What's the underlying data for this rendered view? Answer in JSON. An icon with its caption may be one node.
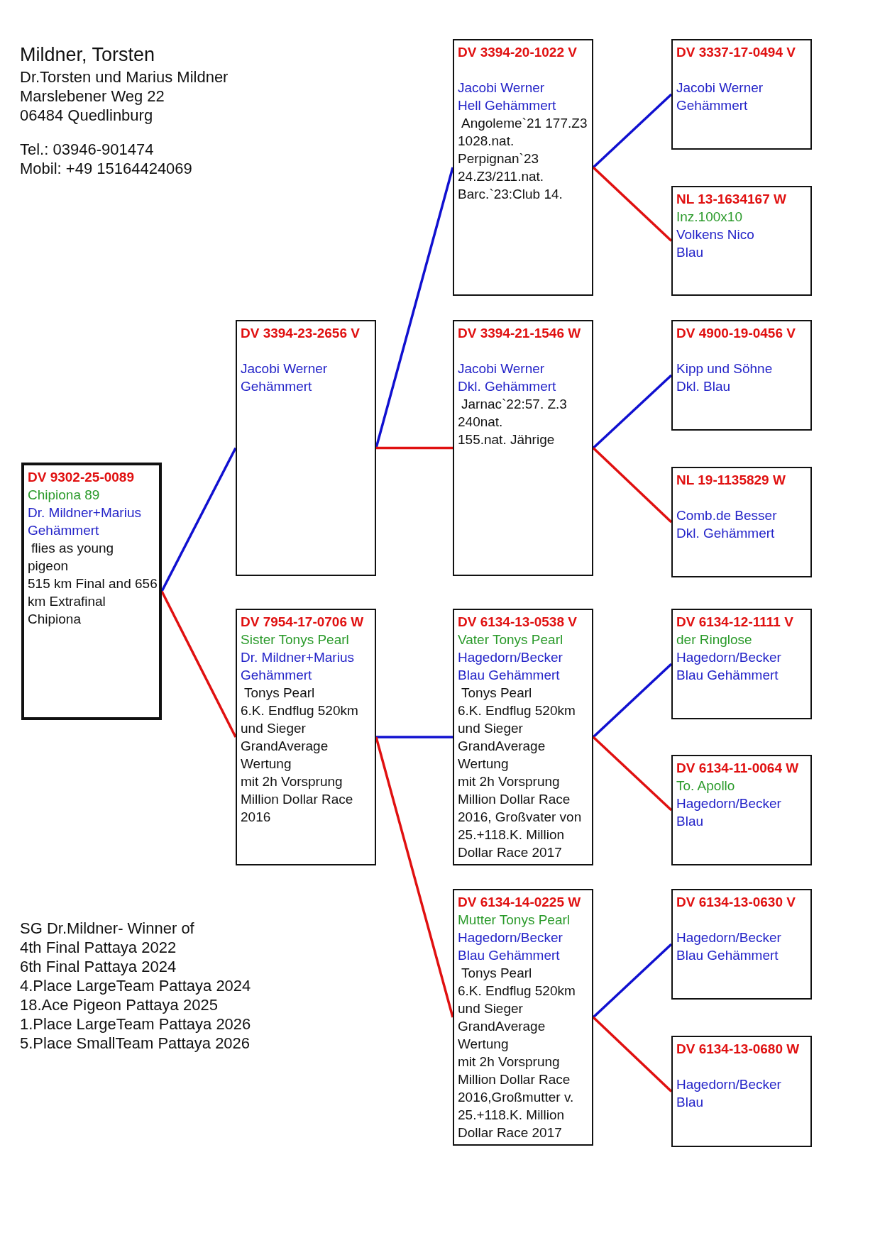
{
  "diagram": {
    "nodes": [
      {
        "text": [
          "DV 9302-25-0089",
          "Chipiona 89",
          "Dr. Mildner+Marius",
          "Gehämmert",
          "flies as young pigeon",
          "515 km Final and 656 km Extrafinal Chipiona"
        ]
      },
      {
        "text": [
          "DV 3394-23-2656 V",
          "Jacobi Werner",
          "Gehämmert"
        ]
      },
      {
        "text": [
          "DV 7954-17-0706 W",
          "Sister Tonys Pearl",
          "Dr. Mildner+Marius",
          "Gehämmert",
          "Tonys Pearl",
          "6.K. Endflug 520km und Sieger",
          "GrandAverage Wertung",
          "mit 2h Vorsprung",
          "Million Dollar Race 2016"
        ]
      },
      {
        "text": [
          "DV 3394-20-1022 V",
          "Jacobi Werner",
          "Hell Gehämmert",
          "Angoleme`21 177.Z3 1028.nat.",
          "Perpignan`23 24.Z3/211.nat.",
          "Barc.`23:Club 14."
        ]
      },
      {
        "text": [
          "DV 3394-21-1546 W",
          "Jacobi Werner",
          "Dkl. Gehämmert",
          "Jarnac`22:57. Z.3 240nat.",
          "155.nat. Jährige"
        ]
      },
      {
        "text": [
          "DV 6134-13-0538 V",
          "Vater Tonys Pearl",
          "Hagedorn/Becker",
          "Blau Gehämmert",
          "Tonys Pearl",
          "6.K. Endflug 520km und Sieger",
          "GrandAverage Wertung",
          "mit 2h Vorsprung",
          "Million Dollar Race 2016, Großvater von 25.+118.K. Million Dollar Race 2017"
        ]
      },
      {
        "text": [
          "DV 6134-14-0225 W",
          "Mutter Tonys Pearl",
          "Hagedorn/Becker",
          "Blau Gehämmert",
          "Tonys Pearl",
          "6.K. Endflug 520km und Sieger",
          "GrandAverage Wertung",
          "mit 2h Vorsprung",
          "Million Dollar Race 2016,Großmutter v. 25.+118.K. Million Dollar Race 2017"
        ]
      },
      {
        "text": [
          "DV 3337-17-0494 V",
          "Jacobi Werner",
          "Gehämmert"
        ]
      },
      {
        "text": [
          "NL 13-1634167 W",
          "Inz.100x10",
          "Volkens Nico",
          "Blau"
        ]
      },
      {
        "text": [
          "DV 4900-19-0456 V",
          "Kipp und Söhne",
          "Dkl. Blau"
        ]
      },
      {
        "text": [
          "NL 19-1135829 W",
          "Comb.de Besser",
          "Dkl. Gehämmert"
        ]
      },
      {
        "text": [
          "DV 6134-12-1111 V",
          "der Ringlose",
          "Hagedorn/Becker",
          "Blau Gehämmert"
        ]
      },
      {
        "text": [
          "DV 6134-11-0064 W",
          "To. Apollo",
          "Hagedorn/Becker",
          "Blau"
        ]
      },
      {
        "text": [
          "DV 6134-13-0630 V",
          "Hagedorn/Becker",
          "Blau Gehämmert"
        ]
      },
      {
        "text": [
          "DV 6134-13-0680 W",
          "Hagedorn/Becker",
          "Blau"
        ]
      }
    ],
    "edges": [
      {
        "from": 0,
        "to": 1,
        "arrow": "none",
        "color": "#1010d0"
      },
      {
        "from": 0,
        "to": 2,
        "arrow": "none",
        "color": "#e01010"
      },
      {
        "from": 1,
        "to": 3,
        "arrow": "none",
        "color": "#1010d0"
      },
      {
        "from": 1,
        "to": 4,
        "arrow": "none",
        "color": "#e01010"
      },
      {
        "from": 2,
        "to": 5,
        "arrow": "none",
        "color": "#1010d0"
      },
      {
        "from": 2,
        "to": 6,
        "arrow": "none",
        "color": "#e01010"
      },
      {
        "from": 3,
        "to": 7,
        "arrow": "none",
        "color": "#1010d0"
      },
      {
        "from": 3,
        "to": 8,
        "arrow": "none",
        "color": "#e01010"
      },
      {
        "from": 4,
        "to": 9,
        "arrow": "none",
        "color": "#1010d0"
      },
      {
        "from": 4,
        "to": 10,
        "arrow": "none",
        "color": "#e01010"
      },
      {
        "from": 5,
        "to": 11,
        "arrow": "none",
        "color": "#1010d0"
      },
      {
        "from": 5,
        "to": 12,
        "arrow": "none",
        "color": "#e01010"
      },
      {
        "from": 6,
        "to": 13,
        "arrow": "none",
        "color": "#1010d0"
      },
      {
        "from": 6,
        "to": 14,
        "arrow": "none",
        "color": "#e01010"
      }
    ],
    "labels": [
      "Mildner, Torsten",
      "Dr.Torsten und Marius Mildner",
      "Marslebener Weg 22",
      "06484 Quedlinburg",
      "Tel.: 03946-901474",
      "Mobil: +49 15164424069",
      "SG Dr.Mildner- Winner of",
      "4th Final Pattaya 2022",
      "6th Final Pattaya 2024",
      "4.Place LargeTeam Pattaya 2024",
      "18.Ace Pigeon Pattaya 2025",
      "1.Place LargeTeam Pattaya 2026",
      "5.Place SmallTeam Pattaya 2026"
    ]
  }
}
